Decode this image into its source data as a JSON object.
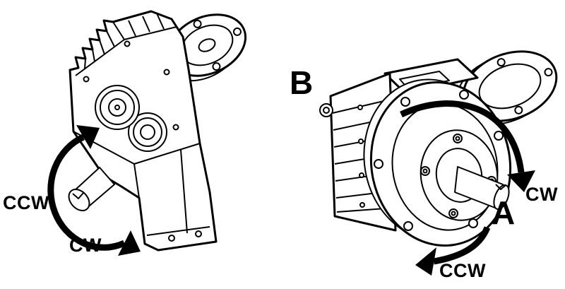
{
  "diagram": {
    "left_unit": {
      "rotation_labels": {
        "ccw": "CCW",
        "cw": "CW"
      }
    },
    "right_unit": {
      "view_label": "B",
      "shaft_end_label": "A",
      "rotation_labels": {
        "cw": "CW",
        "ccw": "CCW"
      }
    },
    "colors": {
      "line": "#000000",
      "background": "#ffffff"
    }
  }
}
